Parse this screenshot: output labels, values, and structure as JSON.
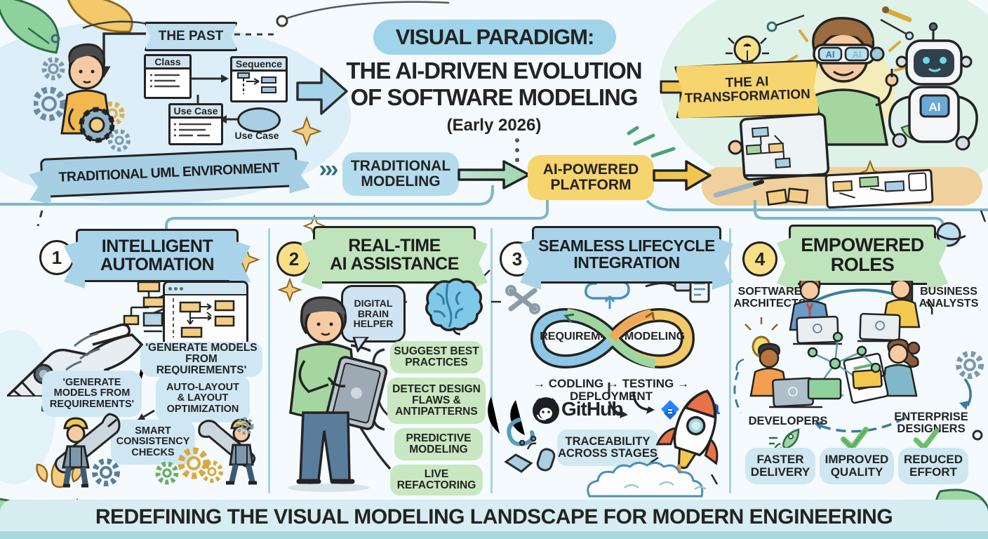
{
  "header": {
    "brand": "VISUAL PARADIGM:",
    "title_line1": "THE AI-DRIVEN EVOLUTION",
    "title_line2": "OF SOFTWARE MODELING",
    "subtitle": "(Early 2026)"
  },
  "past": {
    "banner": "THE PAST",
    "class_box": "Class",
    "sequence_box": "Sequence",
    "use_case_box": "Use Case",
    "use_case_label": "Use Case",
    "ribbon": "TRADITIONAL UML ENVIRONMENT"
  },
  "flow": {
    "chevrons": "›››",
    "traditional": "TRADITIONAL\nMODELING",
    "ai_platform": "AI-POWERED\nPLATFORM"
  },
  "transformation": {
    "banner": "THE AI\nTRANSFORMATION",
    "goggles_label": "AI",
    "goggles_label2": "AI",
    "robot_badge": "AI"
  },
  "section1": {
    "number": "1",
    "title": "INTELLIGENT\nAUTOMATION",
    "bubble_top": "'GENERATE MODELS\nFROM REQUIREMENTS'",
    "bubble_left": "'GENERATE\nMODELS FROM\nREQUIREMENTS'",
    "bubble_auto_layout": "AUTO-LAYOUT\n& LAYOUT\nOPTIMIZATION",
    "bubble_smart": "SMART\nCONSISTENCY\nCHECKS"
  },
  "section2": {
    "number": "2",
    "title": "REAL-TIME\nAI ASSISTANCE",
    "speech_bubble": "DIGITAL\nBRAIN\nHELPER",
    "pill1": "SUGGEST BEST\nPRACTICES",
    "pill2": "DETECT DESIGN\nFLAWS &\nANTIPATTERNS",
    "pill3": "PREDICTIVE\nMODELING",
    "pill4": "LIVE\nREFACTORING"
  },
  "section3": {
    "number": "3",
    "title": "SEAMLESS LIFECYCLE\nINTEGRATION",
    "loop_left": "REQUIREM-",
    "loop_right": "MODELING",
    "stages": "→ CODLING → TESTING → DEPLOYMENT",
    "github": "GitHub",
    "jira": "Jira",
    "traceability": "TRACEABILITY\nACROSS STAGES"
  },
  "section4": {
    "number": "4",
    "title": "EMPOWERED\nROLES",
    "role_architects": "SOFTWARE\nARCHITECTS",
    "role_analysts": "BUSINESS\nANALYSTS",
    "role_developers": "DEVELOPERS",
    "role_designers": "ENTERPRISE\nDESIGNERS",
    "benefit1": "FASTER\nDELIVERY",
    "benefit2": "IMPROVED\nQUALITY",
    "benefit3": "REDUCED\nEFFORT"
  },
  "footer": {
    "banner": "REDEFINING THE VISUAL MODELING LANDSCAPE FOR MODERN ENGINEERING"
  },
  "colors": {
    "accent_blue": "#a9d3e8",
    "accent_green": "#bfe3ba",
    "accent_yellow": "#f6d46e",
    "jira_blue": "#2160c4"
  }
}
